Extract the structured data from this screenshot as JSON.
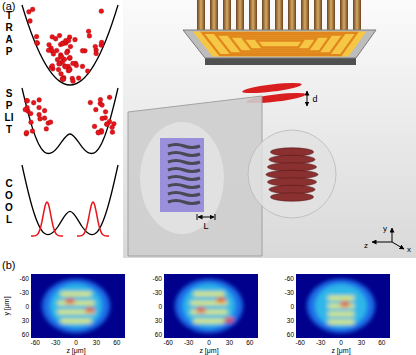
{
  "diagram": {
    "labels": [
      "(a)",
      "TRAP",
      "SPLIT",
      "COOL",
      "d",
      "L",
      "y",
      "z",
      "x",
      "(b)",
      "y [μm]",
      "-60",
      "-30",
      "0",
      "30",
      "60",
      "-60",
      "-30",
      "0",
      "30",
      "60",
      "z [μm]",
      "-60",
      "-30",
      "0",
      "30",
      "60",
      "-60",
      "-30",
      "0",
      "30",
      "60",
      "z [μm]",
      "-60",
      "-30",
      "0",
      "30",
      "60",
      "-60",
      "-30",
      "0",
      "30",
      "60",
      "z [μm]"
    ]
  }
}
